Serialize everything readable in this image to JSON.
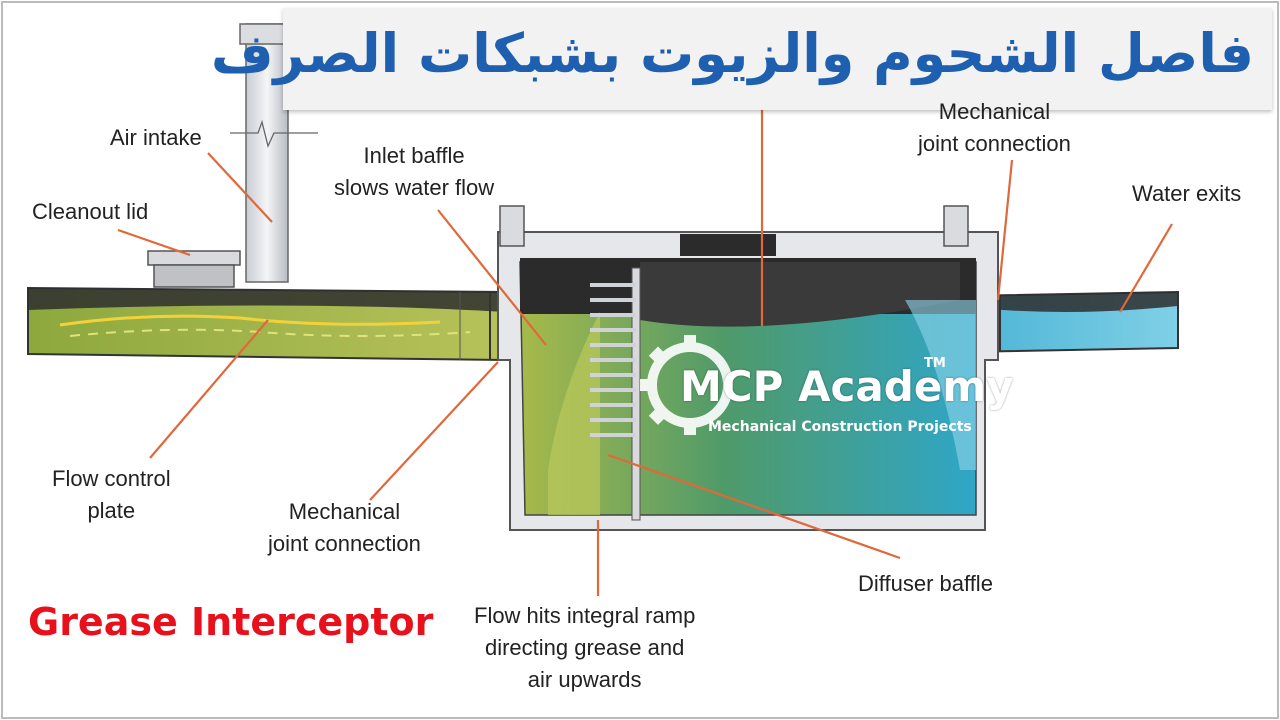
{
  "title_arabic": "فاصل الشحوم والزيوت بشبكات الصرف",
  "caption": "Grease Interceptor",
  "logo": {
    "name": "MCP Academy",
    "trademark": "TM",
    "tagline": "Mechanical Construction Projects"
  },
  "labels": {
    "air_intake": "Air intake",
    "cleanout_lid": "Cleanout lid",
    "inlet_baffle": "Inlet baffle\nslows water flow",
    "mechanical_joint_top": "Mechanical\njoint connection",
    "water_exits": "Water exits",
    "flow_control_plate": "Flow control\nplate",
    "mechanical_joint_bottom": "Mechanical\njoint connection",
    "flow_hits_ramp": "Flow hits integral ramp\ndirecting grease and\nair upwards",
    "diffuser_baffle": "Diffuser baffle"
  },
  "colors": {
    "title_blue": "#1f5fb0",
    "caption_red": "#e8101b",
    "leader_orange": "#e0683a",
    "grease_green": "#9fb04a",
    "water_blue": "#4fb8d8",
    "pipe_dark": "#2a2a2a"
  }
}
